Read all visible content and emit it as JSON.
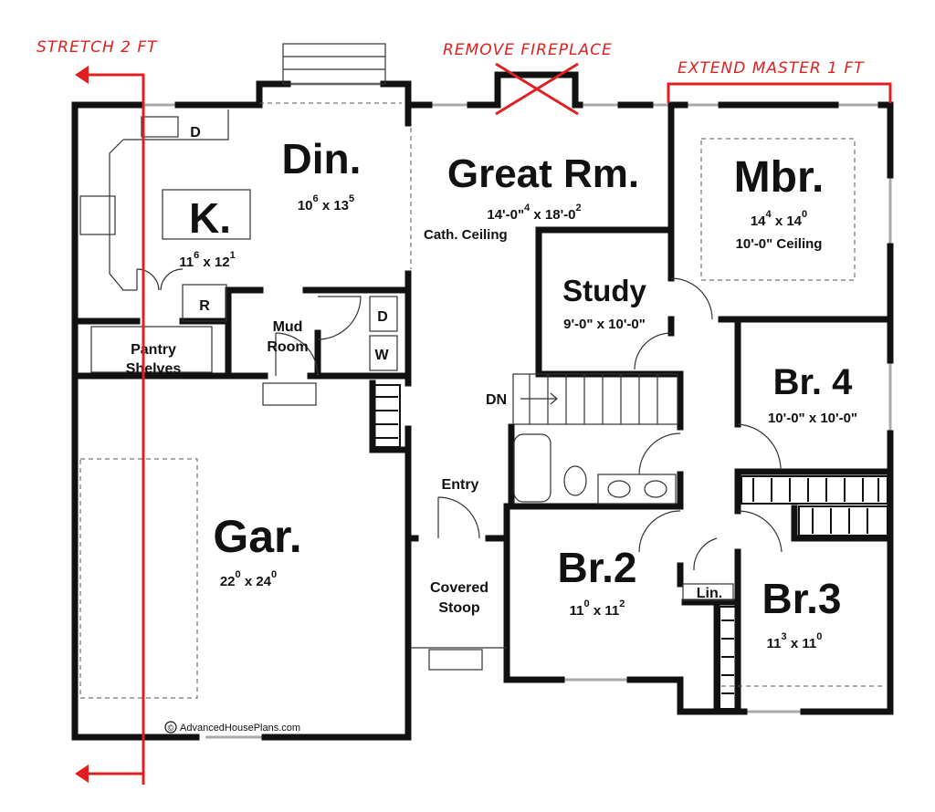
{
  "annotations": {
    "stretch": "STRETCH 2 FT",
    "fireplace": "REMOVE FIREPLACE",
    "master": "EXTEND MASTER 1 FT",
    "color": "#e02020"
  },
  "rooms": {
    "kitchen": {
      "name": "K.",
      "w": "11",
      "w_sup": "6",
      "h": "12",
      "h_sup": "1"
    },
    "dining": {
      "name": "Din.",
      "w": "10",
      "w_sup": "6",
      "h": "13",
      "h_sup": "5"
    },
    "great_room": {
      "name": "Great Rm.",
      "w": "14'-0\"",
      "w_sup": "4",
      "h": "18'-0",
      "h_sup": "2",
      "note": "Cath. Ceiling"
    },
    "master": {
      "name": "Mbr.",
      "w": "14",
      "w_sup": "4",
      "h": "14",
      "h_sup": "0",
      "note": "10'-0\" Ceiling"
    },
    "study": {
      "name": "Study",
      "dims": "9'-0\" x 10'-0\""
    },
    "br4": {
      "name": "Br. 4",
      "dims": "10'-0\" x 10'-0\""
    },
    "br2": {
      "name": "Br.2",
      "w": "11",
      "w_sup": "0",
      "h": "11",
      "h_sup": "2"
    },
    "br3": {
      "name": "Br.3",
      "w": "11",
      "w_sup": "3",
      "h": "11",
      "h_sup": "0"
    },
    "garage": {
      "name": "Gar.",
      "w": "22",
      "w_sup": "0",
      "h": "24",
      "h_sup": "0"
    },
    "mud_room": {
      "line1": "Mud",
      "line2": "Room"
    },
    "pantry": {
      "line1": "Pantry",
      "line2": "Shelves"
    },
    "entry": {
      "name": "Entry"
    },
    "stoop": {
      "line1": "Covered",
      "line2": "Stoop"
    },
    "linen": {
      "name": "Lin."
    }
  },
  "fixtures": {
    "dishwasher": "D",
    "refrigerator": "R",
    "dryer": "D",
    "washer": "W",
    "stairs": "DN"
  },
  "copyright": "AdvancedHousePlans.com",
  "copyright_symbol": "©"
}
